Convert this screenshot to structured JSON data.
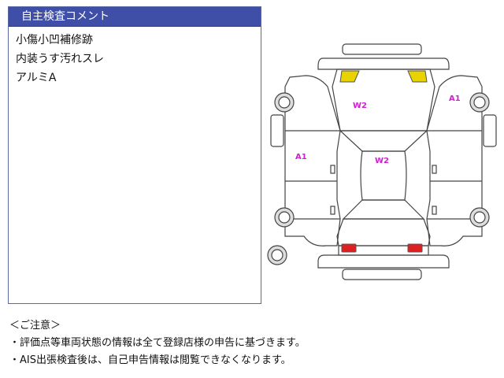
{
  "comment_panel": {
    "title": "自主検査コメント",
    "items": [
      "小傷小凹補修跡",
      "内装うす汚れスレ",
      "アルミA"
    ]
  },
  "diagram": {
    "markers": [
      "W2",
      "A1",
      "A1",
      "W2"
    ],
    "colors": {
      "outline": "#444444",
      "marker_text": "#cc22cc",
      "headlight": "#e8d200",
      "taillight": "#e02020"
    }
  },
  "notice": {
    "heading": "＜ご注意＞",
    "lines": [
      "・評価点等車両状態の情報は全て登録店様の申告に基づきます。",
      "・AIS出張検査後は、自己申告情報は閲覧できなくなります。"
    ]
  }
}
